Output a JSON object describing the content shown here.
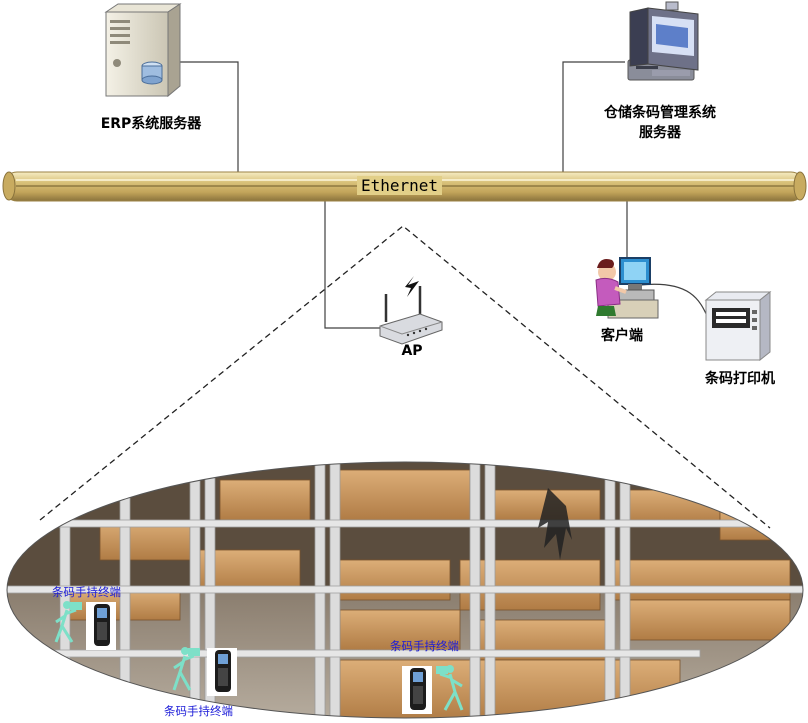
{
  "network": {
    "ethernet_label": "Ethernet"
  },
  "nodes": {
    "erp_server": {
      "label": "ERP系统服务器",
      "icon": "server-tower-icon"
    },
    "wms_server": {
      "label_line1": "仓储条码管理系统",
      "label_line2": "服务器",
      "icon": "desktop-computer-icon"
    },
    "access_point": {
      "label": "AP",
      "icon": "wireless-router-icon"
    },
    "client": {
      "label": "客户端",
      "icon": "person-at-computer-icon"
    },
    "printer": {
      "label": "条码打印机",
      "icon": "barcode-printer-icon"
    }
  },
  "warehouse": {
    "terminals": [
      {
        "label": "条码手持终端",
        "icon": "handheld-scanner-icon"
      },
      {
        "label": "条码手持终端",
        "icon": "handheld-scanner-icon"
      },
      {
        "label": "条码手持终端",
        "icon": "handheld-scanner-icon"
      }
    ]
  },
  "colors": {
    "cable": "#d9c27a",
    "connector_line": "#404040",
    "terminal_text": "#1c1cd8",
    "shelf": "#dcdcdc",
    "box": "#c8935a"
  }
}
